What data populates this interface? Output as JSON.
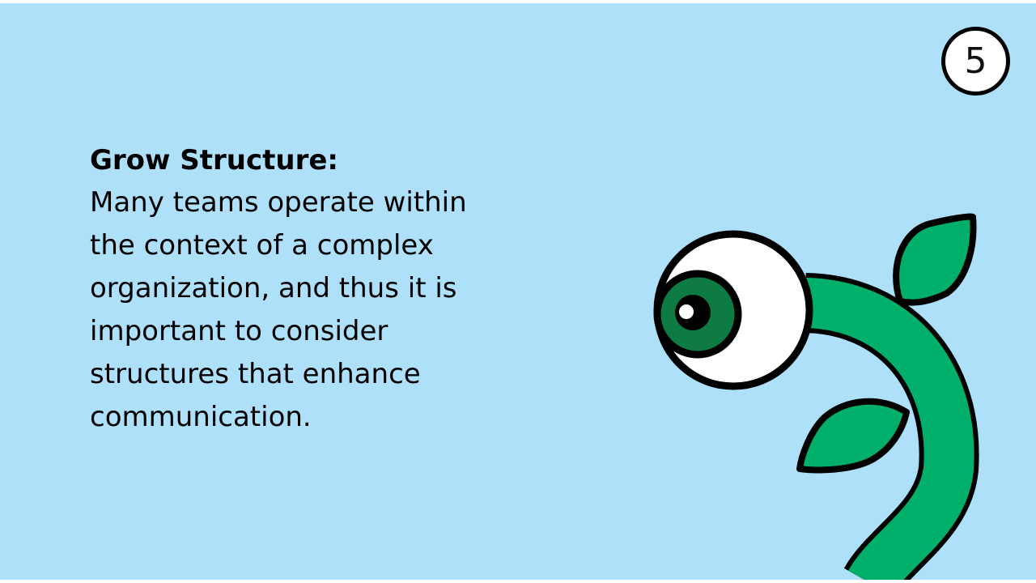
{
  "slide": {
    "number": "5",
    "heading": "Grow Structure:",
    "body_lines": [
      "Many teams operate within",
      "the context of a complex",
      "organization, and thus it is",
      "important to consider",
      "structures that enhance",
      "communication."
    ]
  },
  "colors": {
    "background": "#aee0fa",
    "stem_green": "#00b06a",
    "iris_green": "#0e7a44",
    "iris_inner": "#0a5a31",
    "outline": "#000000"
  },
  "illustration": {
    "icon": "eyeball-plant-icon"
  }
}
